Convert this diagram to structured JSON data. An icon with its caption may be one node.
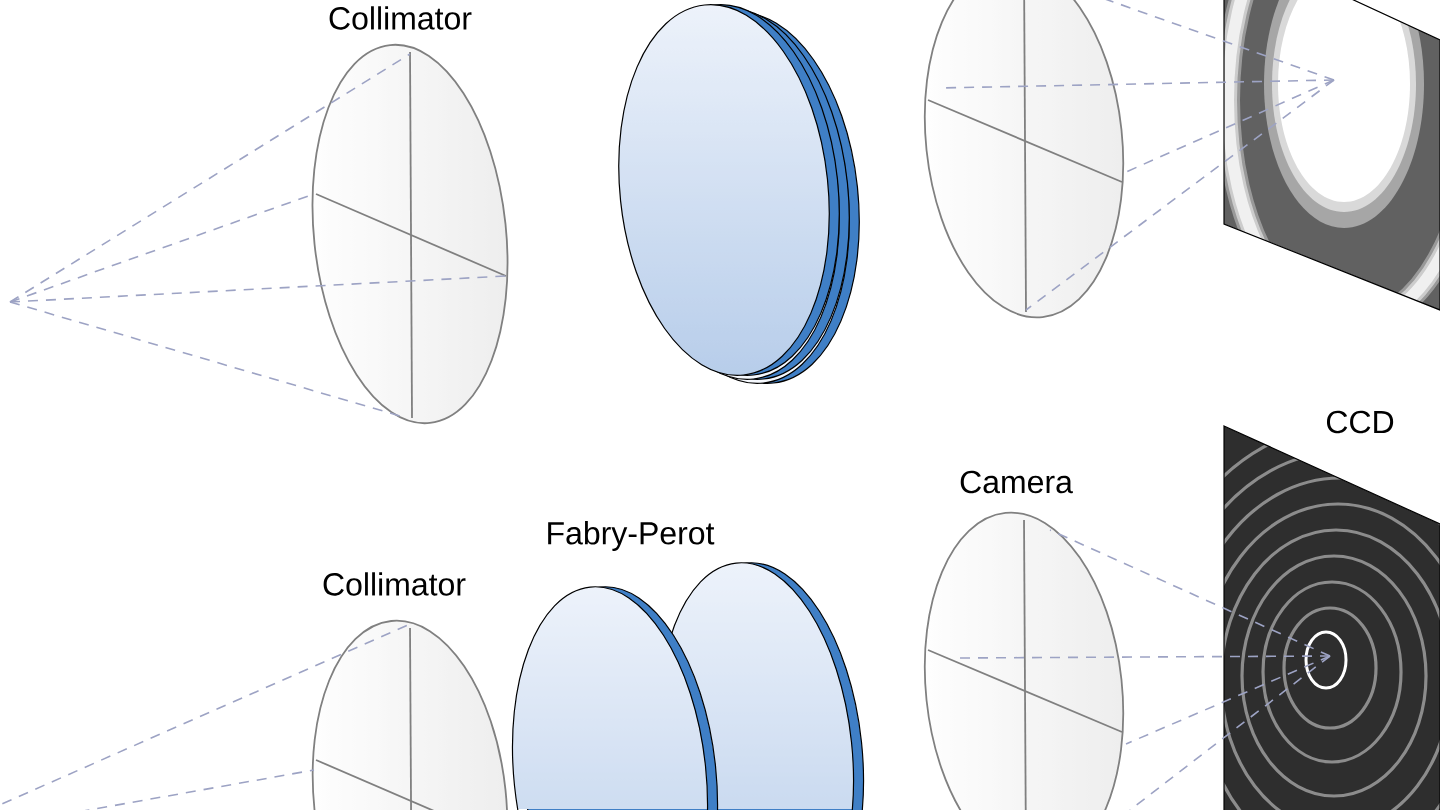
{
  "diagram": {
    "nodes": [
      {
        "text": [
          "Collimator"
        ]
      },
      {
        "text": [],
        "shape": "plate"
      },
      {
        "text": [],
        "shape": "lens"
      },
      {
        "text": [],
        "shape": "screen"
      },
      {
        "text": [
          "Collimator"
        ]
      },
      {
        "text": [
          "Fabry-Perot"
        ]
      },
      {
        "text": [
          "Camera"
        ]
      },
      {
        "text": [
          "CCD"
        ]
      }
    ]
  }
}
